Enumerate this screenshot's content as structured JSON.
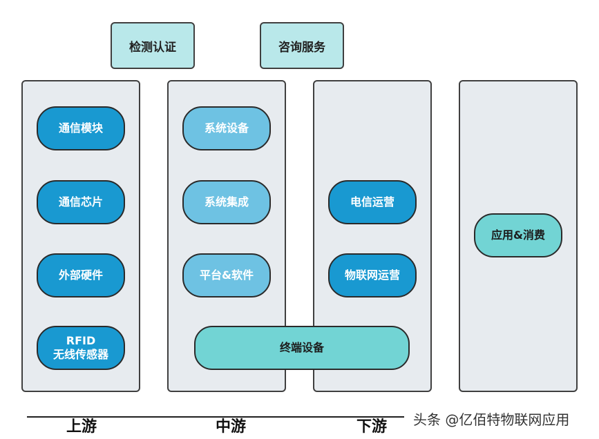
{
  "top_boxes": {
    "testing": "检测认证",
    "consulting": "咨询服务"
  },
  "upstream": {
    "items": [
      "通信模块",
      "通信芯片",
      "外部硬件",
      "RFID\n无线传感器"
    ]
  },
  "midstream": {
    "items": [
      "系统设备",
      "系统集成",
      "平台&软件"
    ],
    "spanning_item": "终端设备"
  },
  "downstream": {
    "items": [
      "电信运营",
      "物联网运营"
    ]
  },
  "application": {
    "item": "应用&消费"
  },
  "stage_labels": {
    "upstream": "上游",
    "midstream": "中游",
    "downstream": "下游"
  },
  "watermark": "头条 @亿佰特物联网应用",
  "colors": {
    "panel_background": "#e7ebef",
    "top_box_fill": "#b9e8ea",
    "dark_blue_pill": "#1999d1",
    "light_blue_pill": "#6ec2e3",
    "teal_pill": "#72d4d4",
    "outline": "#3f3f3f"
  }
}
